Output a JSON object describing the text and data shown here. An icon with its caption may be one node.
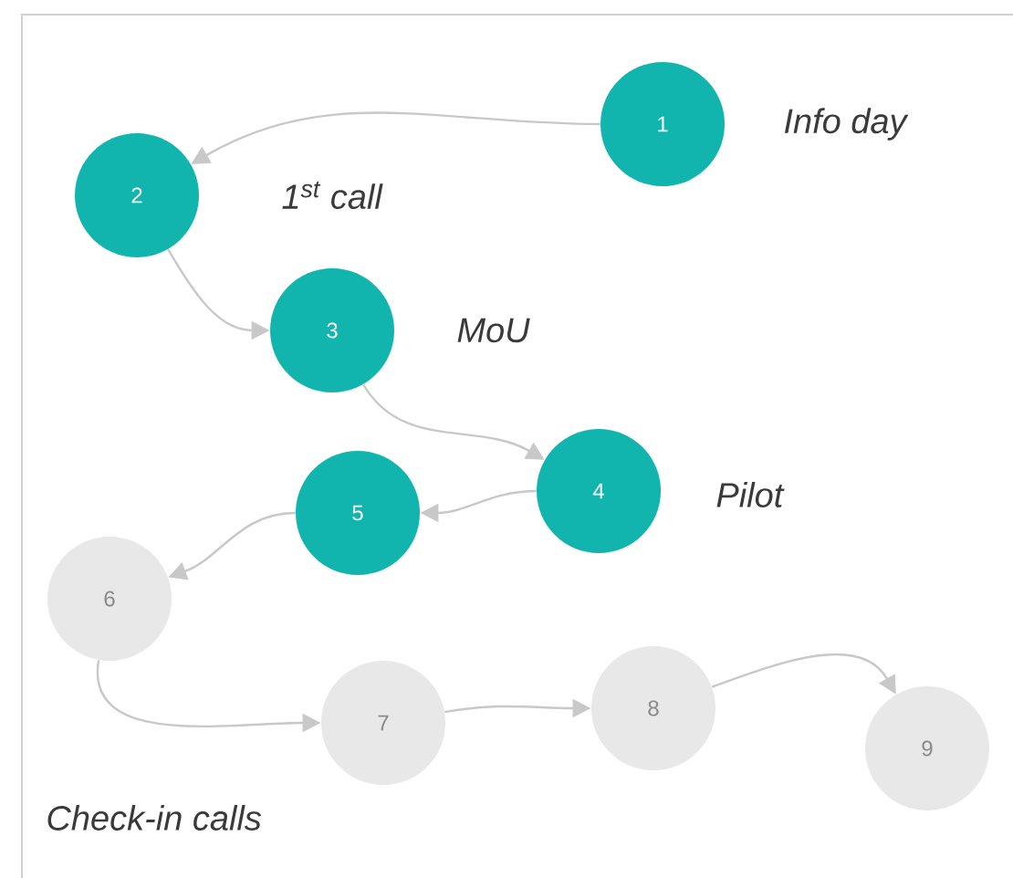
{
  "diagram": {
    "nodes": [
      {
        "text": [
          "1"
        ],
        "beside": [
          "Info day"
        ]
      },
      {
        "text": [
          "2"
        ],
        "beside": [
          "1$^{st}$ call"
        ]
      },
      {
        "text": [
          "3"
        ],
        "beside": [
          "MoU"
        ]
      },
      {
        "text": [
          "4"
        ],
        "beside": [
          "Pilot"
        ]
      },
      {
        "text": [
          "5"
        ]
      },
      {
        "text": [
          "6"
        ]
      },
      {
        "text": [
          "7"
        ]
      },
      {
        "text": [
          "8"
        ]
      },
      {
        "text": [
          "9"
        ]
      }
    ],
    "edges": [
      {
        "from": 0,
        "to": 1,
        "arrow": "to"
      },
      {
        "from": 1,
        "to": 2,
        "arrow": "to"
      },
      {
        "from": 2,
        "to": 3,
        "arrow": "to"
      },
      {
        "from": 3,
        "to": 4,
        "arrow": "to"
      },
      {
        "from": 4,
        "to": 5,
        "arrow": "to"
      },
      {
        "from": 5,
        "to": 6,
        "arrow": "to"
      },
      {
        "from": 6,
        "to": 7,
        "arrow": "to"
      },
      {
        "from": 7,
        "to": 8,
        "arrow": "to"
      }
    ],
    "labels": [
      "Check-in calls"
    ]
  }
}
